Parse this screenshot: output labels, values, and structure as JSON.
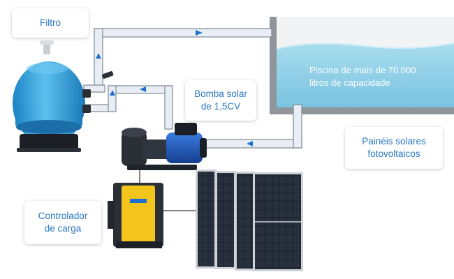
{
  "labels": {
    "filter": "Filtro",
    "pool_line1": "Piscina de mais de 70.000",
    "pool_line2": "litros de capacidade",
    "pump_line1": "Bomba solar",
    "pump_line2": "de 1,5CV",
    "panels_line1": "Painéis solares",
    "panels_line2": "fotovoltaicos",
    "controller_line1": "Controlador",
    "controller_line2": "de carga"
  },
  "colors": {
    "label_text": "#2a78c2",
    "pipe": "#e9eef4",
    "pipe_outline": "#7f8a96",
    "pool_water": "#8fcfe6",
    "pool_frame": "#8f959b",
    "filter_tank": "#3aa7df",
    "pump_blue": "#1f55b8",
    "controller_yellow": "#f2c41c",
    "panel_cell": "#1d2430"
  },
  "icons": [
    "flow-arrow-icon"
  ]
}
